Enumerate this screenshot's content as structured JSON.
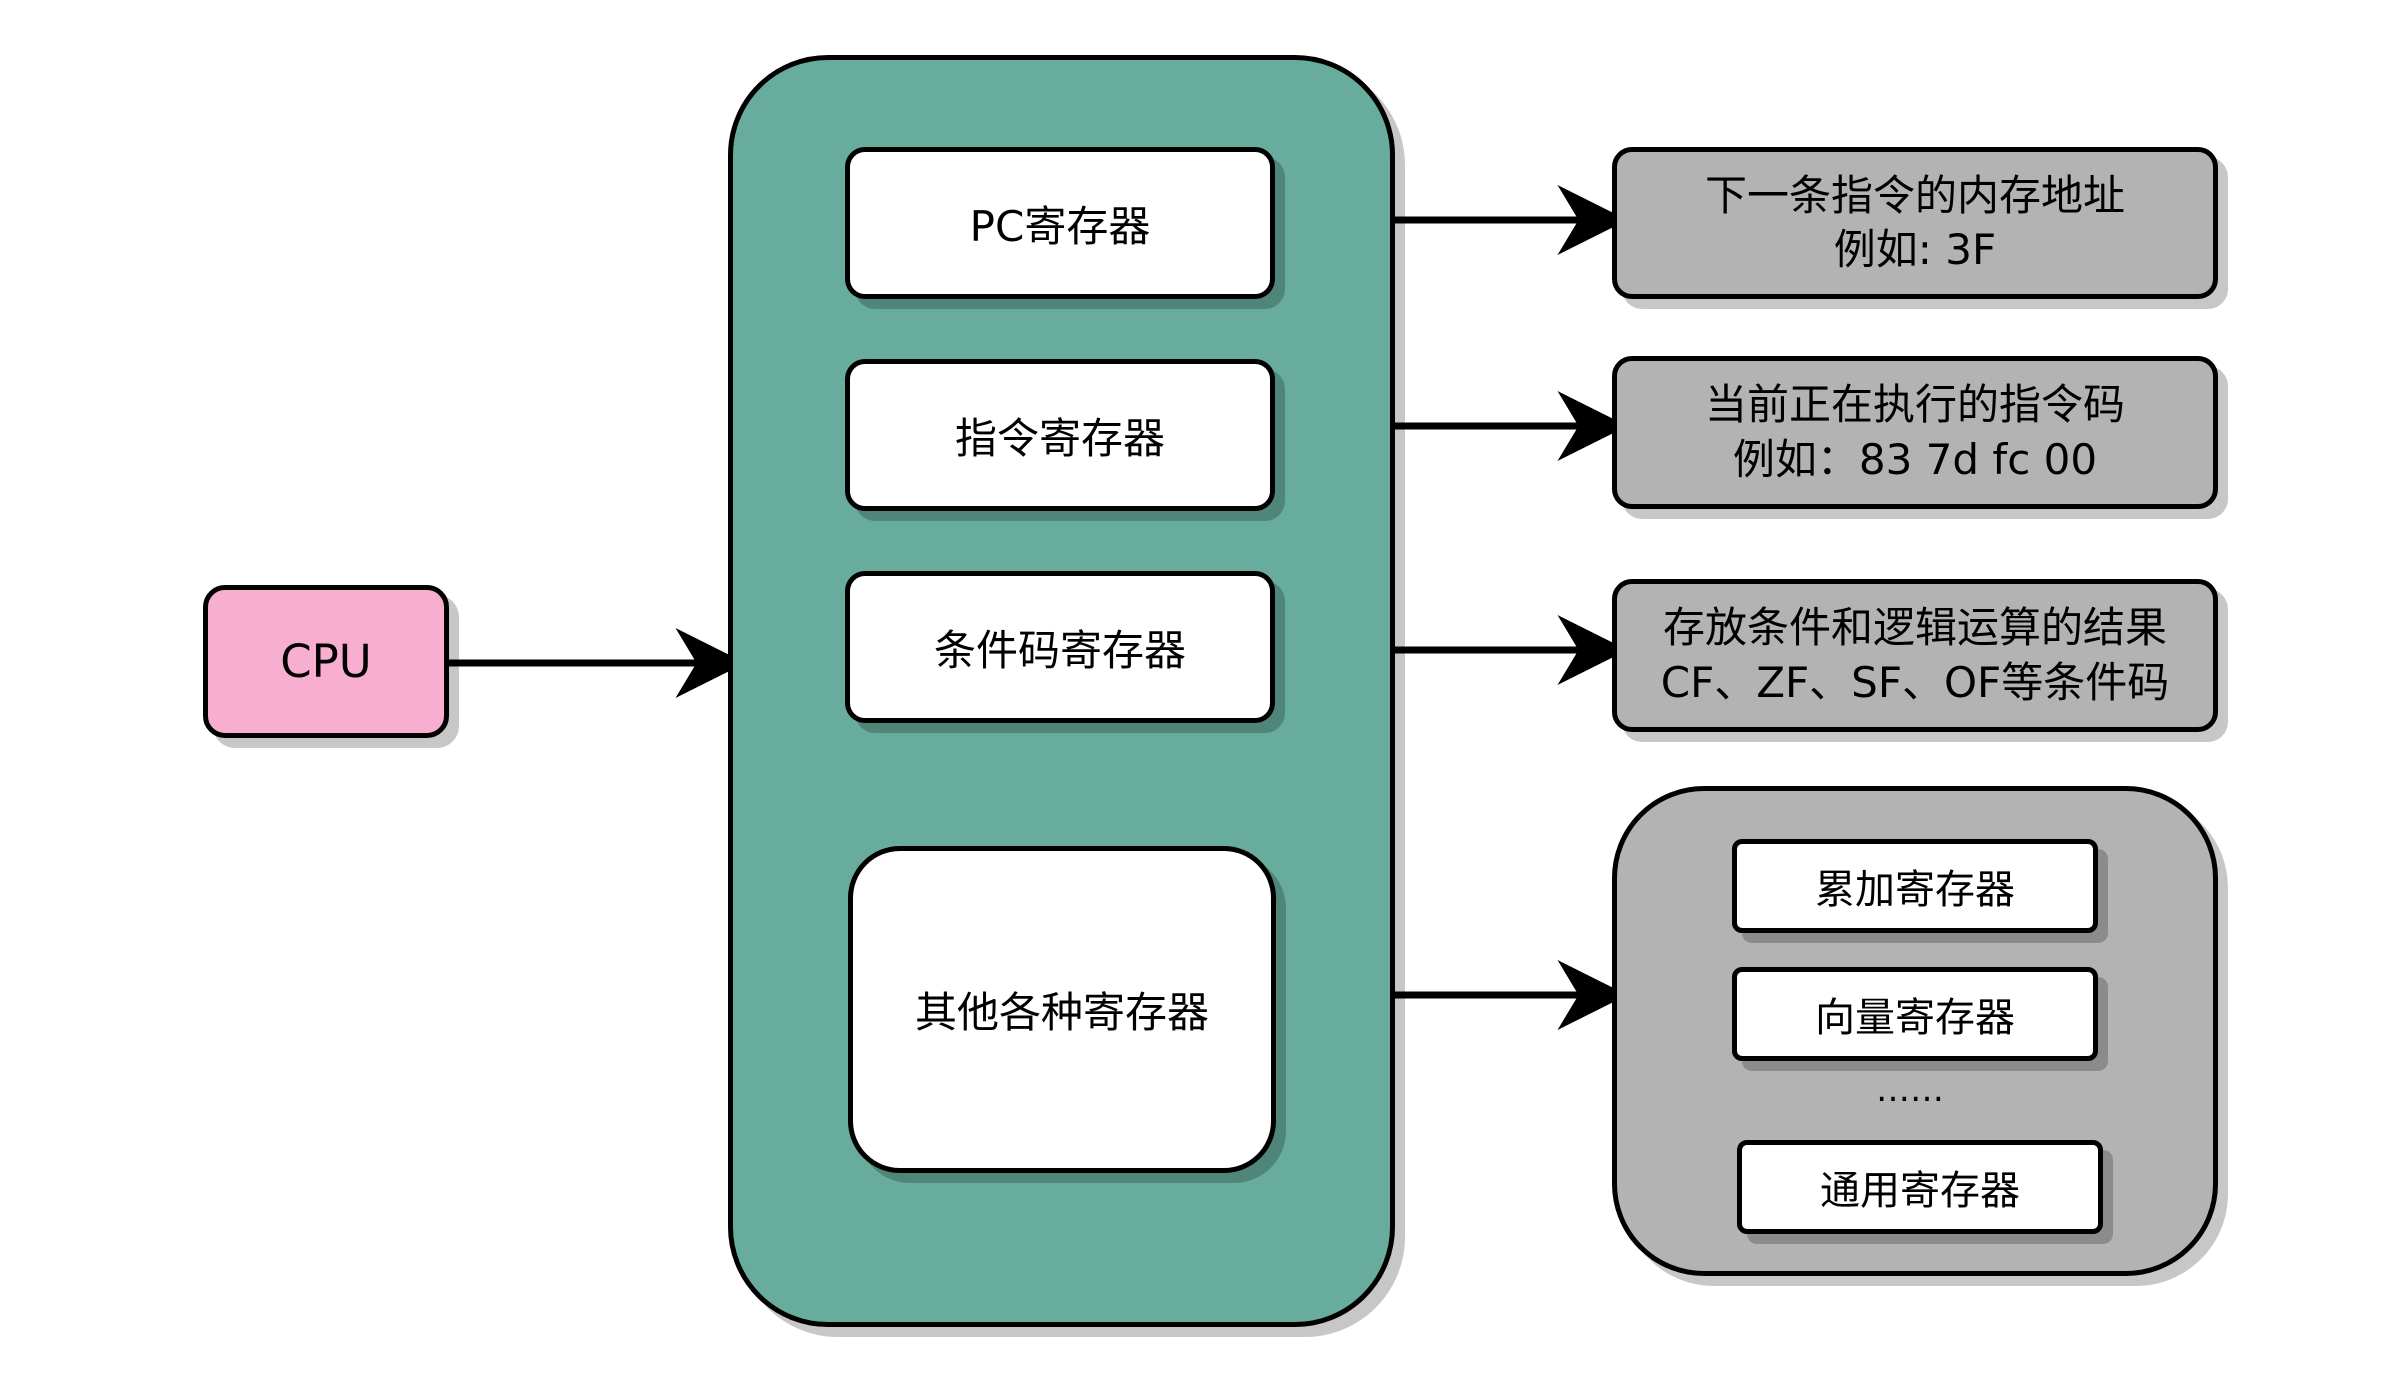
{
  "colors": {
    "cpu_fill": "#F8AECF",
    "register_group_fill": "#67AC9D",
    "white_fill": "#FFFFFF",
    "info_fill": "#B3B3B3",
    "stroke": "#000000"
  },
  "cpu": {
    "label": "CPU"
  },
  "registers": [
    {
      "label": "PC寄存器",
      "info": [
        "下一条指令的内存地址",
        "例如: 3F"
      ]
    },
    {
      "label": "指令寄存器",
      "info": [
        "当前正在执行的指令码",
        "例如：83 7d fc 00"
      ]
    },
    {
      "label": "条件码寄存器",
      "info": [
        "存放条件和逻辑运算的结果",
        "CF、ZF、SF、OF等条件码"
      ]
    },
    {
      "label": "其他各种寄存器"
    }
  ],
  "other_registers": {
    "items": [
      "累加寄存器",
      "向量寄存器",
      "通用寄存器"
    ],
    "ellipsis": "……"
  }
}
